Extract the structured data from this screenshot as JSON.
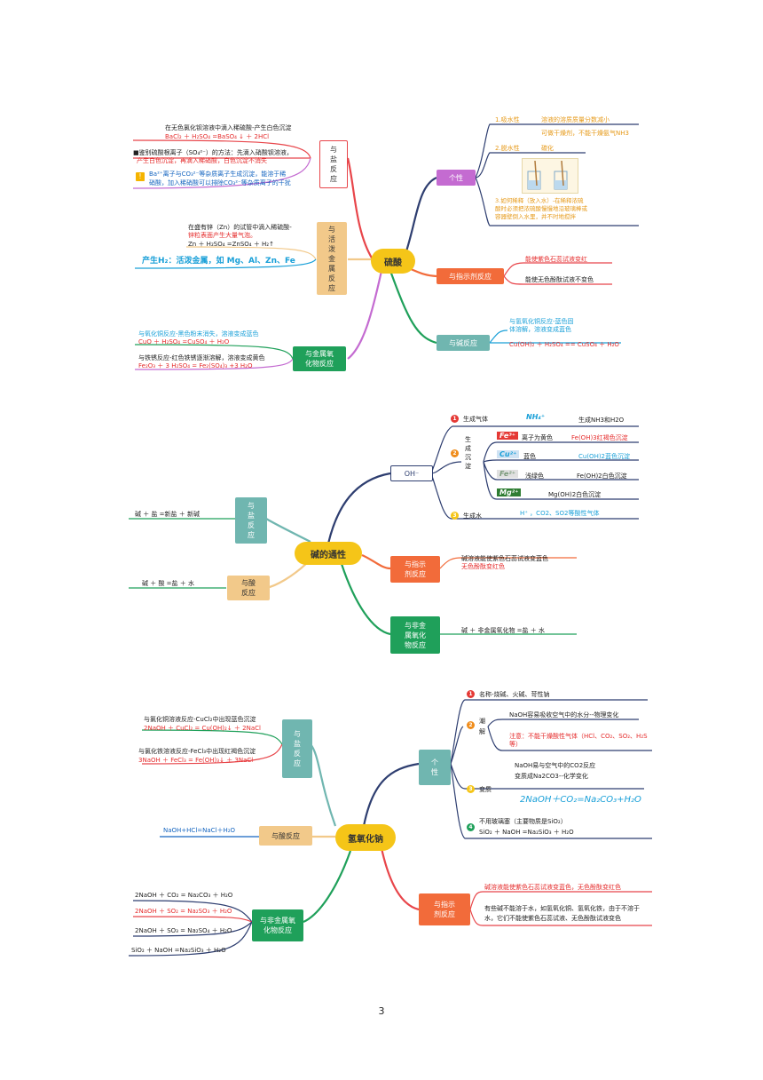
{
  "colors": {
    "center": "#f5c518",
    "branch_red": "#e8454a",
    "branch_purple": "#c46bd1",
    "branch_tan": "#f2c98a",
    "branch_green": "#1fa05a",
    "branch_navy": "#2e3e70",
    "branch_orange": "#f26b3a",
    "branch_teal": "#70b6b0"
  },
  "m1": {
    "center": "硫酸",
    "salt": {
      "label": "与\n盐\n反\n应",
      "l1": "在无色氯化钡溶液中滴入稀硫酸-产生白色沉淀",
      "l2": "BaCl₂ ＋ H₂SO₄ =BaSO₄ ↓ ＋ 2HCl",
      "l3": "■鉴别硫酸根离子（SO₄²⁻）的方法：先滴入硝酸钡溶液，",
      "l4": "产生白色沉淀，再滴入稀硝酸，白色沉淀不消失",
      "l5": "Ba²⁺离子与CO₃²⁻等杂质离子生成沉淀，能溶于稀",
      "l6": "硝酸，加入稀硝酸可以排除CO₃²⁻等杂质离子的干扰",
      "warn": "!"
    },
    "metal": {
      "label": "与\n活\n泼\n金\n属\n反\n应",
      "l1": "在盛有锌（Zn）的试管中滴入稀硫酸-",
      "l2": "锌粒表面产生大量气泡。",
      "l3": "Zn ＋ H₂SO₄ =ZnSO₄ ＋ H₂↑",
      "l4": "产生H₂：活泼金属，如 Mg、Al、Zn、Fe"
    },
    "oxide": {
      "label": "与金属氧\n化物反应",
      "l1": "与氧化铜反应-黑色粉末消失，溶液变成蓝色",
      "l2": "CuO ＋ H₂SO₄ =CuSO₄ ＋ H₂O",
      "l3": "与铁锈反应-红色铁锈逐渐溶解，溶液变成黄色",
      "l4": "Fe₂O₃ ＋ 3 H₂SO₄ = Fe₂(SO₄)₃ +3 H₂O"
    },
    "prop": {
      "label": "个性",
      "p1": "1.吸水性",
      "p1a": "溶液的溶质质量分数减小",
      "p1b": "可做干燥剂，不能干燥氨气NH3",
      "p2": "2.脱水性",
      "p2a": "碳化",
      "p3": "3.如何稀释（放入水）-在稀释浓硫酸时必须把浓硫酸慢慢地沿玻璃棒或容器壁倒入水里，并不时地搅拌"
    },
    "indicator": {
      "label": "与指示剂反应",
      "l1": "能使紫色石蕊试液变红",
      "l2": "能使无色酚酞试液不变色"
    },
    "base": {
      "label": "与碱反应",
      "l1": "与氢氧化铜反应-蓝色固",
      "l2": "体溶解，溶液变成蓝色",
      "l3": "Cu(OH)₂ ＋ H₂SO₄ == CuSO₄ ＋ H₂O"
    }
  },
  "m2": {
    "center": "碱的通性",
    "oh": "OH⁻",
    "gas": {
      "n": "1",
      "label": "生成气体",
      "ion": "NH₄⁺",
      "text": "生成NH3和H2O"
    },
    "precip": {
      "n": "2",
      "label": "生\n成\n沉\n淀",
      "rows": [
        {
          "ion": "Fe³⁺",
          "color": "离子为黄色",
          "text": "Fe(OH)3红褐色沉淀"
        },
        {
          "ion": "Cu²⁺",
          "color": "蓝色",
          "text": "Cu(OH)2蓝色沉淀"
        },
        {
          "ion": "Fe²⁺",
          "color": "浅绿色",
          "text": "Fe(OH)2白色沉淀"
        },
        {
          "ion": "Mg²⁺",
          "color": "",
          "text": "Mg(OH)2白色沉淀"
        }
      ]
    },
    "water": {
      "n": "3",
      "label": "生成水",
      "text": "H⁺ ，CO2、SO2等酸性气体"
    },
    "salt": {
      "label": "与\n盐\n反\n应",
      "text": "碱 ＋ 盐 =新盐 ＋ 新碱"
    },
    "acid": {
      "label": "与酸\n反应",
      "text": "碱 ＋ 酸 =盐 ＋ 水"
    },
    "indicator": {
      "label": "与指示\n剂反应",
      "l1": "碱溶液能使紫色石蕊试液变蓝色",
      "l2": "无色酚酞变红色"
    },
    "nonmetal": {
      "label": "与非金\n属氧化\n物反应",
      "text": "碱 ＋ 非金属氧化物 =盐 ＋ 水"
    }
  },
  "m3": {
    "center": "氢氧化钠",
    "salt": {
      "label": "与\n盐\n反\n应",
      "l1": "与氯化铜溶液反应-CuCl₂中出现蓝色沉淀",
      "l2": "2NaOH ＋ CuCl₂ = Cu(OH)₂↓ ＋ 2NaCl",
      "l3": "与氯化铁溶液反应-FeCl₃中出现红褐色沉淀",
      "l4": "3NaOH ＋ FeCl₃ = Fe(OH)₃↓ ＋ 3NaCl"
    },
    "acid": {
      "label": "与酸反应",
      "text": "NaOH+HCl=NaCl＋H₂O"
    },
    "nonmetal": {
      "label": "与非金属氧\n化物反应",
      "rows": [
        "2NaOH ＋ CO₂ = Na₂CO₃ ＋ H₂O",
        "2NaOH ＋ SO₂ = Na₂SO₃ ＋ H₂O",
        "2NaOH ＋ SO₃ = Na₂SO₄ ＋ H₂O",
        "SiO₂ ＋ NaOH =Na₂SiO₃ ＋ H₂O"
      ]
    },
    "prop": {
      "label": "个\n性",
      "n1": "1",
      "name": "名称-烧碱、火碱、苛性钠",
      "n2": "2",
      "deliq": "潮\n解",
      "d1": "NaOH容易吸收空气中的水分--物理变化",
      "d2": "注意：不能干燥酸性气体（HCl、CO₂、SO₂、H₂S等）",
      "n3": "3",
      "spoil": "变质",
      "s1": "NaOH易与空气中的CO2反应",
      "s2": "变质成Na2CO3--化学变化",
      "s3": "2NaOH＋CO₂=Na₂CO₃+H₂O",
      "n4": "4",
      "g1": "不用玻璃塞（主要物质是SiO₂）",
      "g2": "SiO₂ ＋ NaOH =Na₂SiO₃ ＋ H₂O"
    },
    "indicator": {
      "label": "与指示\n剂反应",
      "l1": "碱溶液能使紫色石蕊试液变蓝色，无色酚酞变红色",
      "l2": "有些碱不能溶于水，如氢氧化铜、氢氧化铁，由于不溶于水，它们不能使紫色石蕊试液、无色酚酞试液变色"
    }
  },
  "page_number": "3"
}
